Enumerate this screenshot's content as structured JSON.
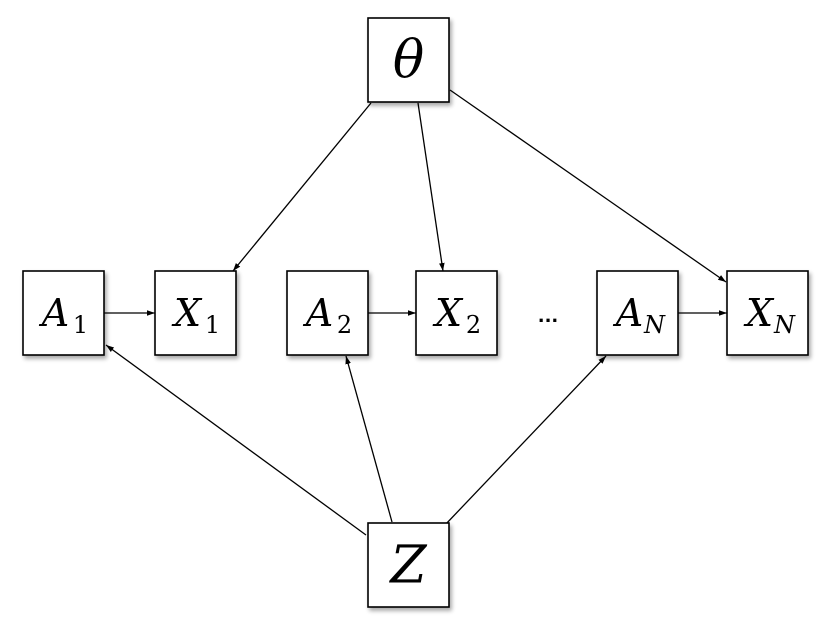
{
  "nodes": {
    "theta": {
      "label": "θ",
      "sub": ""
    },
    "a1": {
      "label": "A",
      "sub": "1"
    },
    "x1": {
      "label": "X",
      "sub": "1"
    },
    "a2": {
      "label": "A",
      "sub": "2"
    },
    "x2": {
      "label": "X",
      "sub": "2"
    },
    "an": {
      "label": "A",
      "sub": "N"
    },
    "xn": {
      "label": "X",
      "sub": "N"
    },
    "z": {
      "label": "Z",
      "sub": ""
    }
  },
  "ellipsis": "...",
  "edges": [
    {
      "from": "theta",
      "to": "x1"
    },
    {
      "from": "theta",
      "to": "x2"
    },
    {
      "from": "theta",
      "to": "xn"
    },
    {
      "from": "a1",
      "to": "x1"
    },
    {
      "from": "a2",
      "to": "x2"
    },
    {
      "from": "an",
      "to": "xn"
    },
    {
      "from": "z",
      "to": "a1"
    },
    {
      "from": "z",
      "to": "a2"
    },
    {
      "from": "z",
      "to": "an"
    }
  ]
}
